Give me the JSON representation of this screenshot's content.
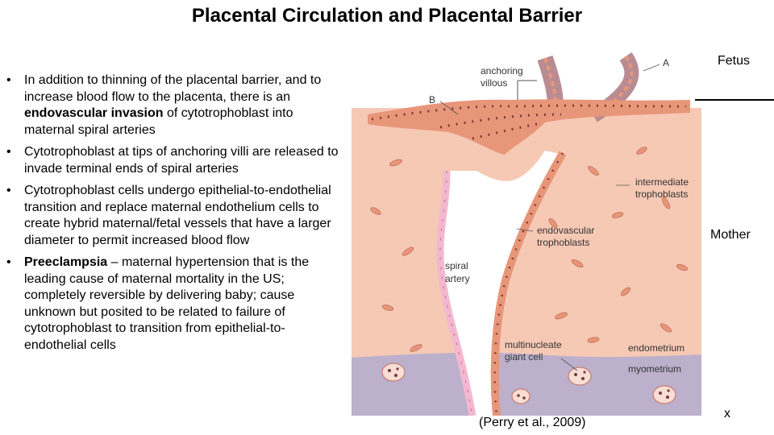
{
  "title": "Placental Circulation and Placental Barrier",
  "bullets": [
    {
      "parts": [
        {
          "text": "In addition to thinning of the placental barrier, and to increase blood flow to the placenta, there is an ",
          "bold": false
        },
        {
          "text": "endovascular invasion",
          "bold": true
        },
        {
          "text": " of cytotrophoblast into maternal spiral arteries",
          "bold": false
        }
      ]
    },
    {
      "parts": [
        {
          "text": "Cytotrophoblast at tips of anchoring villi are released to invade terminal ends of spiral arteries",
          "bold": false
        }
      ]
    },
    {
      "parts": [
        {
          "text": "Cytotrophoblast cells undergo epithelial-to-endothelial transition and replace maternal endothelium cells to create hybrid maternal/fetal vessels that have a larger diameter to permit increased blood flow",
          "bold": false
        }
      ]
    },
    {
      "parts": [
        {
          "text": "Preeclampsia",
          "bold": true
        },
        {
          "text": " – maternal hypertension that is the leading cause of maternal mortality in the US; completely reversible by delivering baby; cause unknown but posited to be related to failure of cytotrophoblast to transition from epithelial-to-endothelial cells",
          "bold": false
        }
      ]
    }
  ],
  "bullet_glyph": "•",
  "figure": {
    "labels": {
      "anchoring_1": "anchoring",
      "anchoring_2": "villous",
      "a": "A",
      "b": "B",
      "intermediate_1": "intermediate",
      "intermediate_2": "trophoblasts",
      "endovascular_1": "endovascular",
      "endovascular_2": "trophoblasts",
      "spiral_1": "spiral",
      "spiral_2": "artery",
      "multinucleate_1": "multinucleate",
      "multinucleate_2": "giant cell",
      "endometrium": "endometrium",
      "myometrium": "myometrium"
    },
    "colors": {
      "endometrium": "#f6c9b5",
      "myometrium": "#bcb0cc",
      "cell": "#e8967a",
      "nucleus": "#7a3b34",
      "vessel": "#f3b8cf",
      "villus": "#b98c92"
    }
  },
  "side_labels": {
    "fetus": "Fetus",
    "mother": "Mother",
    "x": "x"
  },
  "citation": "(Perry et al., 2009)"
}
